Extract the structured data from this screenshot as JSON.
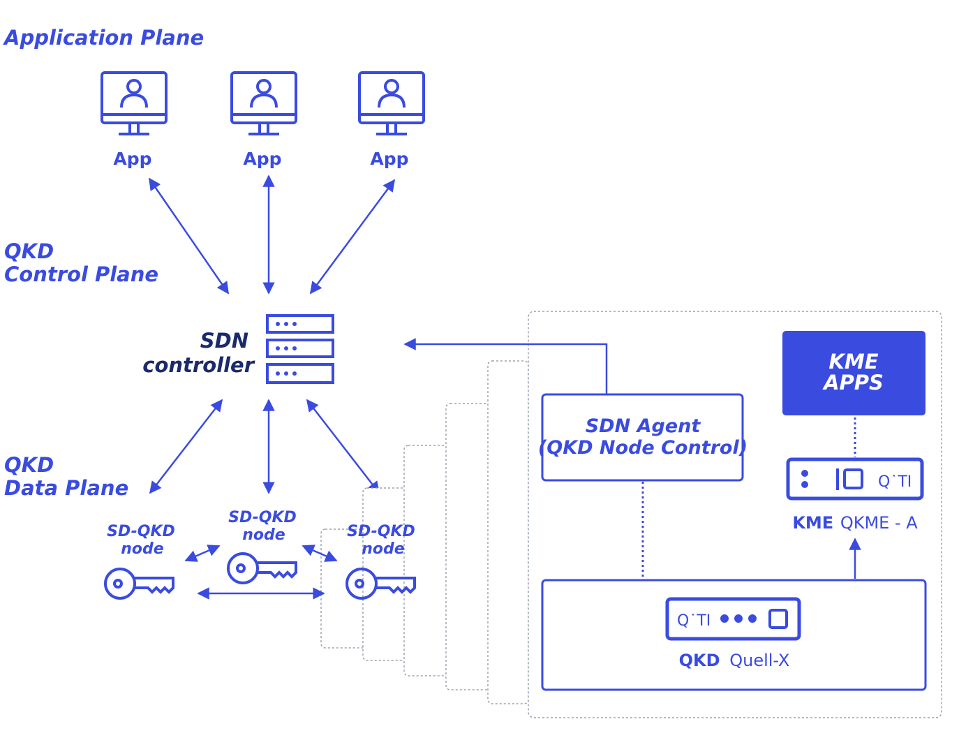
{
  "colors": {
    "primary": "#3a4be0",
    "dark": "#1a2a6c",
    "kme_fill": "#3a4be0",
    "dashed": "#9aa3b0"
  },
  "planes": {
    "application": "Application Plane",
    "control_line1": "QKD",
    "control_line2": "Control Plane",
    "data_line1": "QKD",
    "data_line2": "Data Plane"
  },
  "apps": [
    {
      "label": "App",
      "icon": "monitor-user-icon"
    },
    {
      "label": "App",
      "icon": "monitor-user-icon"
    },
    {
      "label": "App",
      "icon": "monitor-user-icon"
    }
  ],
  "sdn_controller": {
    "line1": "SDN",
    "line2": "controller",
    "icon": "server-stack-icon"
  },
  "nodes": [
    {
      "line1": "SD-QKD",
      "line2": "node",
      "icon": "key-icon"
    },
    {
      "line1": "SD-QKD",
      "line2": "node",
      "icon": "key-icon"
    },
    {
      "line1": "SD-QKD",
      "line2": "node",
      "icon": "key-icon"
    }
  ],
  "sdn_agent": {
    "line1": "SDN Agent",
    "line2": "(QKD Node Control)"
  },
  "kme_apps": {
    "line1": "KME",
    "line2": "APPS"
  },
  "kme_device": {
    "brand": "Q˙TI",
    "label_bold": "KME",
    "label_rest": "QKME - A",
    "icon": "kme-device-icon"
  },
  "qkd_device": {
    "brand": "Q˙TI",
    "label_bold": "QKD",
    "label_rest": "Quell-X",
    "icon": "qkd-device-icon"
  }
}
